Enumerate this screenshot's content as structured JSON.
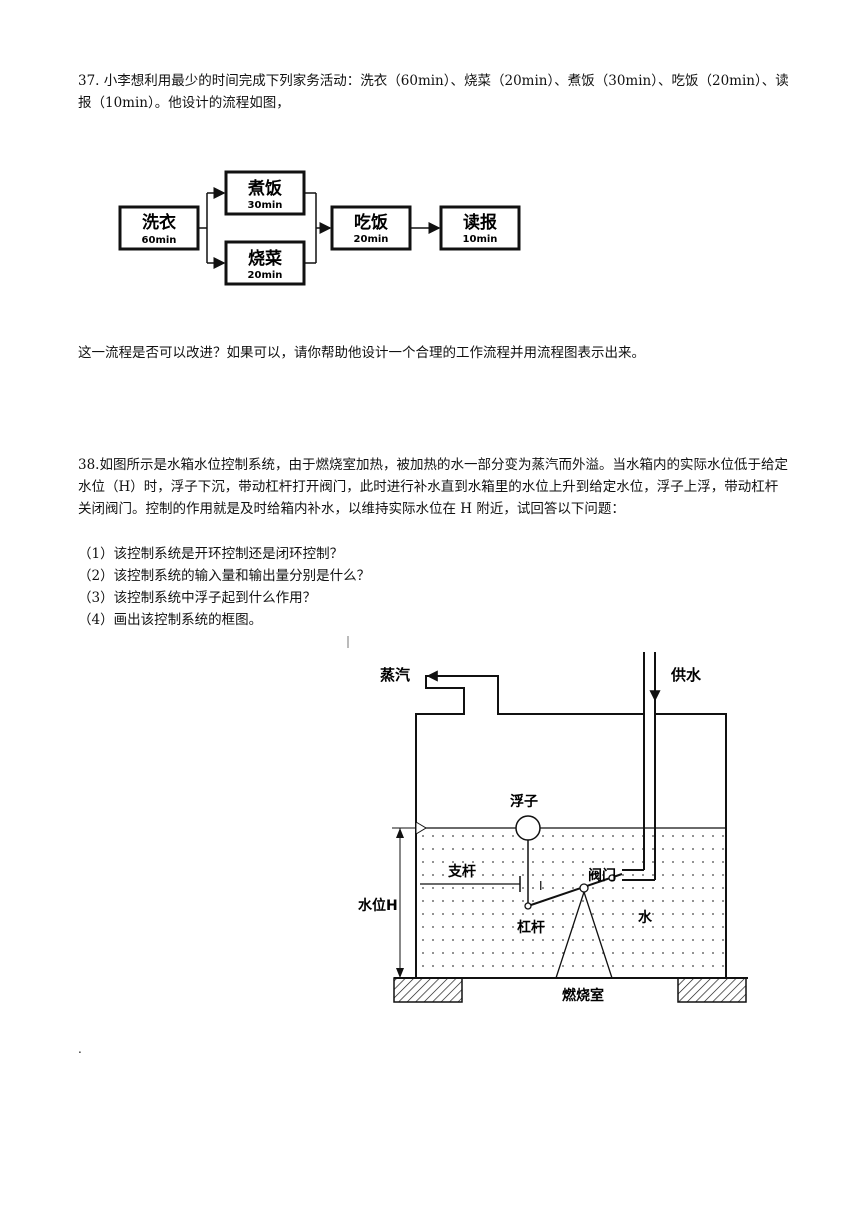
{
  "q37": {
    "text": "37. 小李想利用最少的时间完成下列家务活动：洗衣（60min）、烧菜（20min）、煮饭（30min）、吃饭（20min）、读报（10min）。他设计的流程如图，",
    "question": "这一流程是否可以改进？如果可以，请你帮助他设计一个合理的工作流程并用流程图表示出来。",
    "flow": {
      "wash": {
        "name": "洗衣",
        "time": "60min"
      },
      "rice": {
        "name": "煮饭",
        "time": "30min"
      },
      "cook": {
        "name": "烧菜",
        "time": "20min"
      },
      "eat": {
        "name": "吃饭",
        "time": "20min"
      },
      "read": {
        "name": "读报",
        "time": "10min"
      }
    }
  },
  "q38": {
    "text": "38.如图所示是水箱水位控制系统，由于燃烧室加热，被加热的水一部分变为蒸汽而外溢。当水箱内的实际水位低于给定水位（H）时，浮子下沉，带动杠杆打开阀门，此时进行补水直到水箱里的水位上升到给定水位，浮子上浮，带动杠杆关闭阀门。控制的作用就是及时给箱内补水，以维持实际水位在 H 附近，试回答以下问题：",
    "questions": [
      "（1）该控制系统是开环控制还是闭环控制？",
      "（2）该控制系统的输入量和输出量分别是什么？",
      "（3）该控制系统中浮子起到什么作用？",
      "（4）画出该控制系统的框图。"
    ],
    "diagram": {
      "steam": "蒸汽",
      "supply": "供水",
      "float": "浮子",
      "rod": "支杆",
      "valve": "阀门",
      "lever": "杠杆",
      "water": "水",
      "level": "水位H",
      "burner": "燃烧室",
      "rod_mark": "I"
    }
  },
  "footer_mark": "."
}
